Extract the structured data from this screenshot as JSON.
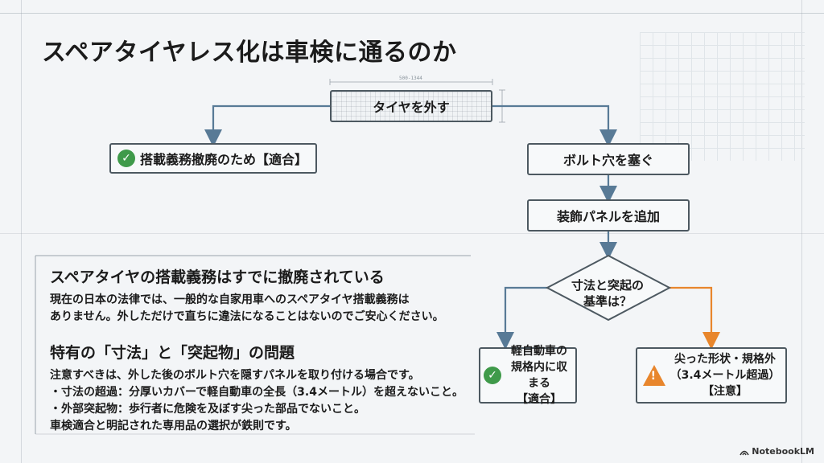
{
  "title": "スペアタイヤレス化は車検に通るのか",
  "flow": {
    "top": "タイヤを外す",
    "left_result": "搭載義務撤廃のため【適合】",
    "step1": "ボルト穴を塞ぐ",
    "step2": "装飾パネルを追加",
    "decision": [
      "寸法と突起の",
      "基準は？"
    ],
    "ok_result": [
      "軽自動車の",
      "規格内に収まる",
      "【適合】"
    ],
    "ng_result": [
      "尖った形状・規格外",
      "（3.4メートル超過）",
      "【注意】"
    ],
    "dim_label": "500-1344"
  },
  "section1": {
    "heading": "スペアタイヤの搭載義務はすでに撤廃されている",
    "lines": [
      "現在の日本の法律では、一般的な自家用車へのスペアタイヤ搭載義務は",
      "ありません。外しただけで直ちに違法になることはないのでご安心ください。"
    ]
  },
  "section2": {
    "heading": "特有の「寸法」と「突起物」の問題",
    "lines": [
      "注意すべきは、外した後のボルト穴を隠すパネルを取り付ける場合です。",
      "・寸法の超過：分厚いカバーで軽自動車の全長（3.4メートル）を超えないこと。",
      "・外部突起物：歩行者に危険を及ぼす尖った部品でないこと。",
      "車検適合と明記された専用品の選択が鉄則です。"
    ]
  },
  "brand": "NotebookLM",
  "colors": {
    "arrow": "#587a96",
    "warn_arrow": "#e8862c",
    "ok": "#3f9a4a",
    "warn": "#e8862c"
  }
}
